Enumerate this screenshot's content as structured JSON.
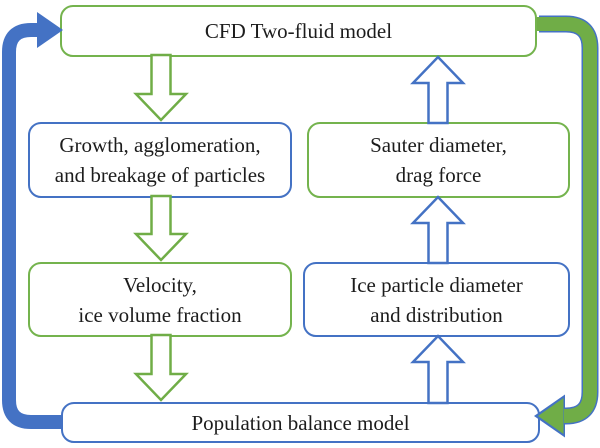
{
  "colors": {
    "blue": "#4472C4",
    "green": "#70AD47",
    "green_border": "#74B34D",
    "text": "#1c1c1c",
    "box_fill": "#ffffff",
    "background": "#ffffff"
  },
  "boxes": {
    "cfd_model": {
      "label": "CFD Two-fluid model",
      "border": "green"
    },
    "growth": {
      "line1": "Growth, agglomeration,",
      "line2": "and breakage of particles",
      "border": "blue"
    },
    "sauter": {
      "line1": "Sauter diameter,",
      "line2": "drag force",
      "border": "green"
    },
    "velocity": {
      "line1": "Velocity,",
      "line2": "ice volume fraction",
      "border": "green"
    },
    "ice_particle": {
      "line1": "Ice particle diameter",
      "line2": "and distribution",
      "border": "blue"
    },
    "population": {
      "label": "Population balance model",
      "border": "blue"
    }
  },
  "arrows": {
    "down_left_column": {
      "style": "hollow block arrow, white fill, green outline, pointing down",
      "color": "#70AD47",
      "links": [
        "CFD Two-fluid model -> Growth, agglomeration, and breakage of particles",
        "Growth, agglomeration, and breakage of particles -> Velocity, ice volume fraction",
        "Velocity, ice volume fraction -> Population balance model"
      ]
    },
    "up_right_column": {
      "style": "hollow block arrow, white fill, blue outline, pointing up",
      "color": "#4472C4",
      "links": [
        "Population balance model -> Ice particle diameter and distribution",
        "Ice particle diameter and distribution -> Sauter diameter, drag force",
        "Sauter diameter, drag force -> CFD Two-fluid model"
      ]
    },
    "left_feedback_loop": {
      "style": "thick solid blue elbow arrow along left edge, arrowhead into left side of CFD box",
      "color": "#4472C4",
      "link": "Population balance model -> CFD Two-fluid model"
    },
    "right_feedback_loop": {
      "style": "thick solid green elbow arrow with thin blue outline along right edge, arrowhead into right side of Population balance model box",
      "color": "#70AD47",
      "outline": "#4472C4",
      "link": "CFD Two-fluid model -> Population balance model"
    }
  }
}
